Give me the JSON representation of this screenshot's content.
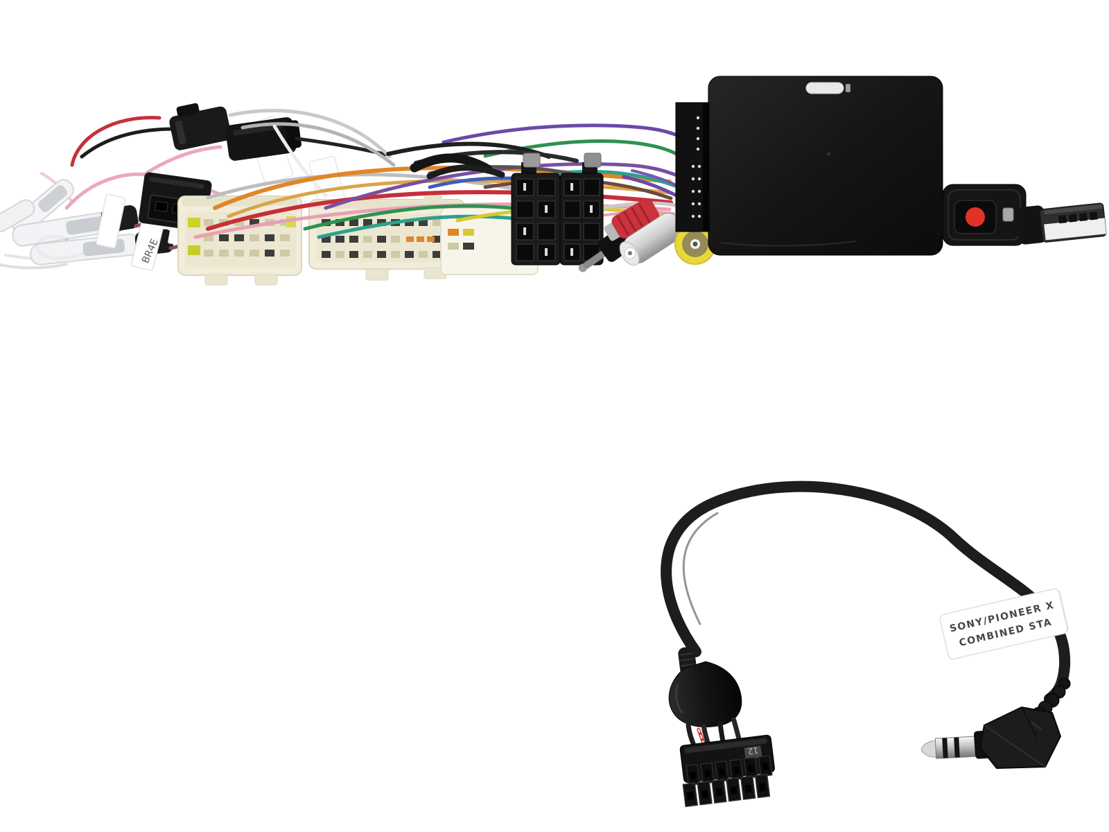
{
  "scene": {
    "background": "#ffffff",
    "description": "Product photo on white: car-stereo steering wheel control interface harness with black interface box, ISO connectors, vehicle connectors and RCA plugs (top); separate SONY/PIONEER combined stalk patch lead with 12-pin connector and right-angle 3.5mm jack (bottom)"
  },
  "upper_harness": {
    "flag_label": "BR4E"
  },
  "patch_lead": {
    "label_line1": "SONY/PIONEER X",
    "label_line2": "COMBINED STA",
    "connector_pin_marking": "12"
  },
  "colors": {
    "red_button": "#e23127",
    "rca_red": "#c8333e",
    "rca_yellow": "#e9d83a",
    "connector_cream": "#f1edda",
    "cable_black": "#1d1d1d",
    "label_white": "#ffffff",
    "box_black": "#141414"
  },
  "wire_colors": [
    "#e0862a",
    "#c62f3a",
    "#e8a0b5",
    "#6a4aa8",
    "#2f9150",
    "#2fa08a",
    "#bdbdbd",
    "#d9c832",
    "#1f1f1f",
    "#6d4a3c",
    "#3a5fc0",
    "#ececec"
  ]
}
